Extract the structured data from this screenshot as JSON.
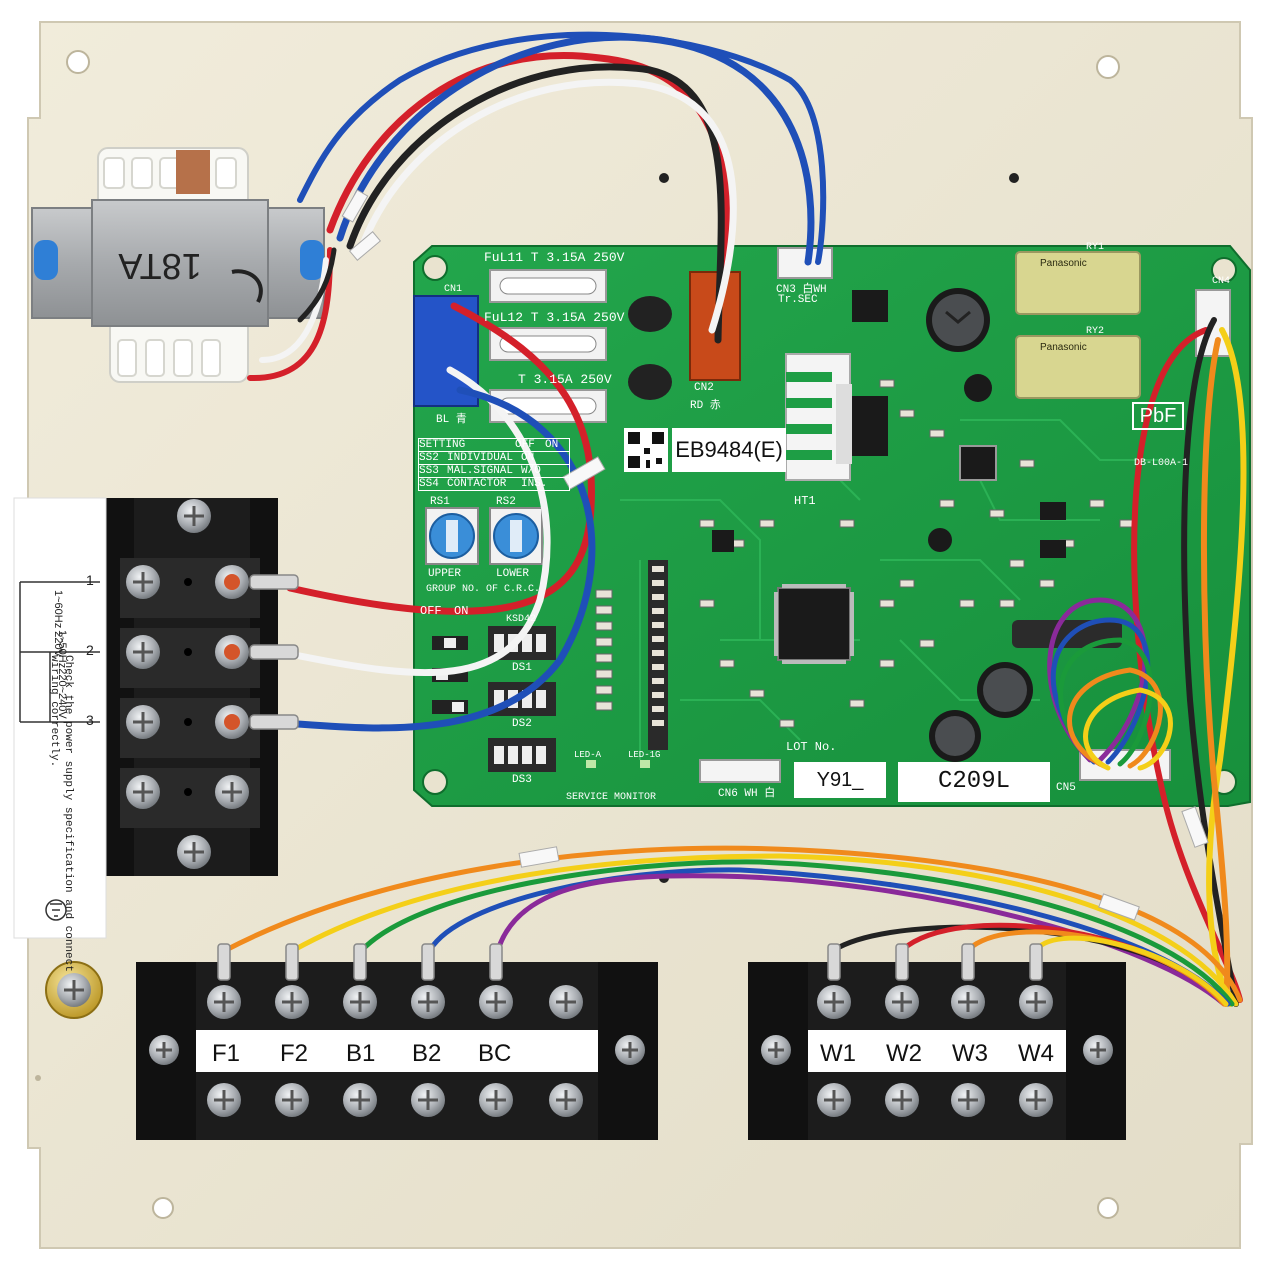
{
  "board": {
    "model_label": "EB9484(E)",
    "lot_code_1": "Y91_",
    "lot_code_2": "C209L",
    "pbf_mark": "PbF",
    "board_id": "DB-L00A-1",
    "fuses": [
      "FuL11 T 3.15A 250V",
      "FuL12 T 3.15A 250V",
      "T 3.15A 250V"
    ],
    "connectors": {
      "cn2": "CN2",
      "cn2_color": "RD 赤",
      "cn3": "CN3 白WH",
      "cn3_sub": "Tr.SEC",
      "cn1": "CN1",
      "cn1_color": "BL 青",
      "cn4": "CN4",
      "cn5": "CN5",
      "cn6": "CN6 WH 白"
    },
    "settings_table": {
      "header": [
        "SETTING",
        "OFF",
        "ON"
      ],
      "rows": [
        [
          "SS2",
          "INDIVIDUAL",
          "ON"
        ],
        [
          "SS3",
          "MAL.SIGNAL",
          "W/O"
        ],
        [
          "SS4",
          "CONTACTOR",
          "INS."
        ]
      ]
    },
    "rotary_switches": {
      "rs1": "RS1",
      "rs2": "RS2",
      "upper": "UPPER",
      "lower": "LOWER",
      "group": "GROUP NO. OF C.R.C."
    },
    "off_on": [
      "OFF",
      "ON"
    ],
    "dip_labels": [
      "DS1",
      "DS2",
      "DS3",
      "KSD42"
    ],
    "service_monitor": "SERVICE MONITOR",
    "leds": [
      "LED-A",
      "LED-1G"
    ],
    "heatsink": "HT1",
    "lot_no": "LOT No.",
    "relays": [
      "RY1",
      "RY2"
    ],
    "relay_brand": "Panasonic"
  },
  "transformer": {
    "label": "18TA"
  },
  "power_terminal": {
    "numbers": [
      "1",
      "2",
      "3"
    ],
    "spec_a": "1~60Hz 220V",
    "spec_b": "1~50Hz220~240V",
    "note": "Check the power supply specification and connect wiring correctly."
  },
  "terminal_left": {
    "labels": [
      "F1",
      "F2",
      "B1",
      "B2",
      "BC"
    ]
  },
  "terminal_right": {
    "labels": [
      "W1",
      "W2",
      "W3",
      "W4"
    ]
  },
  "colors": {
    "plate": "#ece6d3",
    "pcb": "#1e9e45",
    "wire_red": "#d4202a",
    "wire_blue": "#1f4fb8",
    "wire_black": "#222222",
    "wire_white": "#f4f4f4",
    "wire_orange": "#f08a1c",
    "wire_yellow": "#f4cf18",
    "wire_green": "#1a9a3a",
    "wire_purple": "#8a2a9a"
  }
}
